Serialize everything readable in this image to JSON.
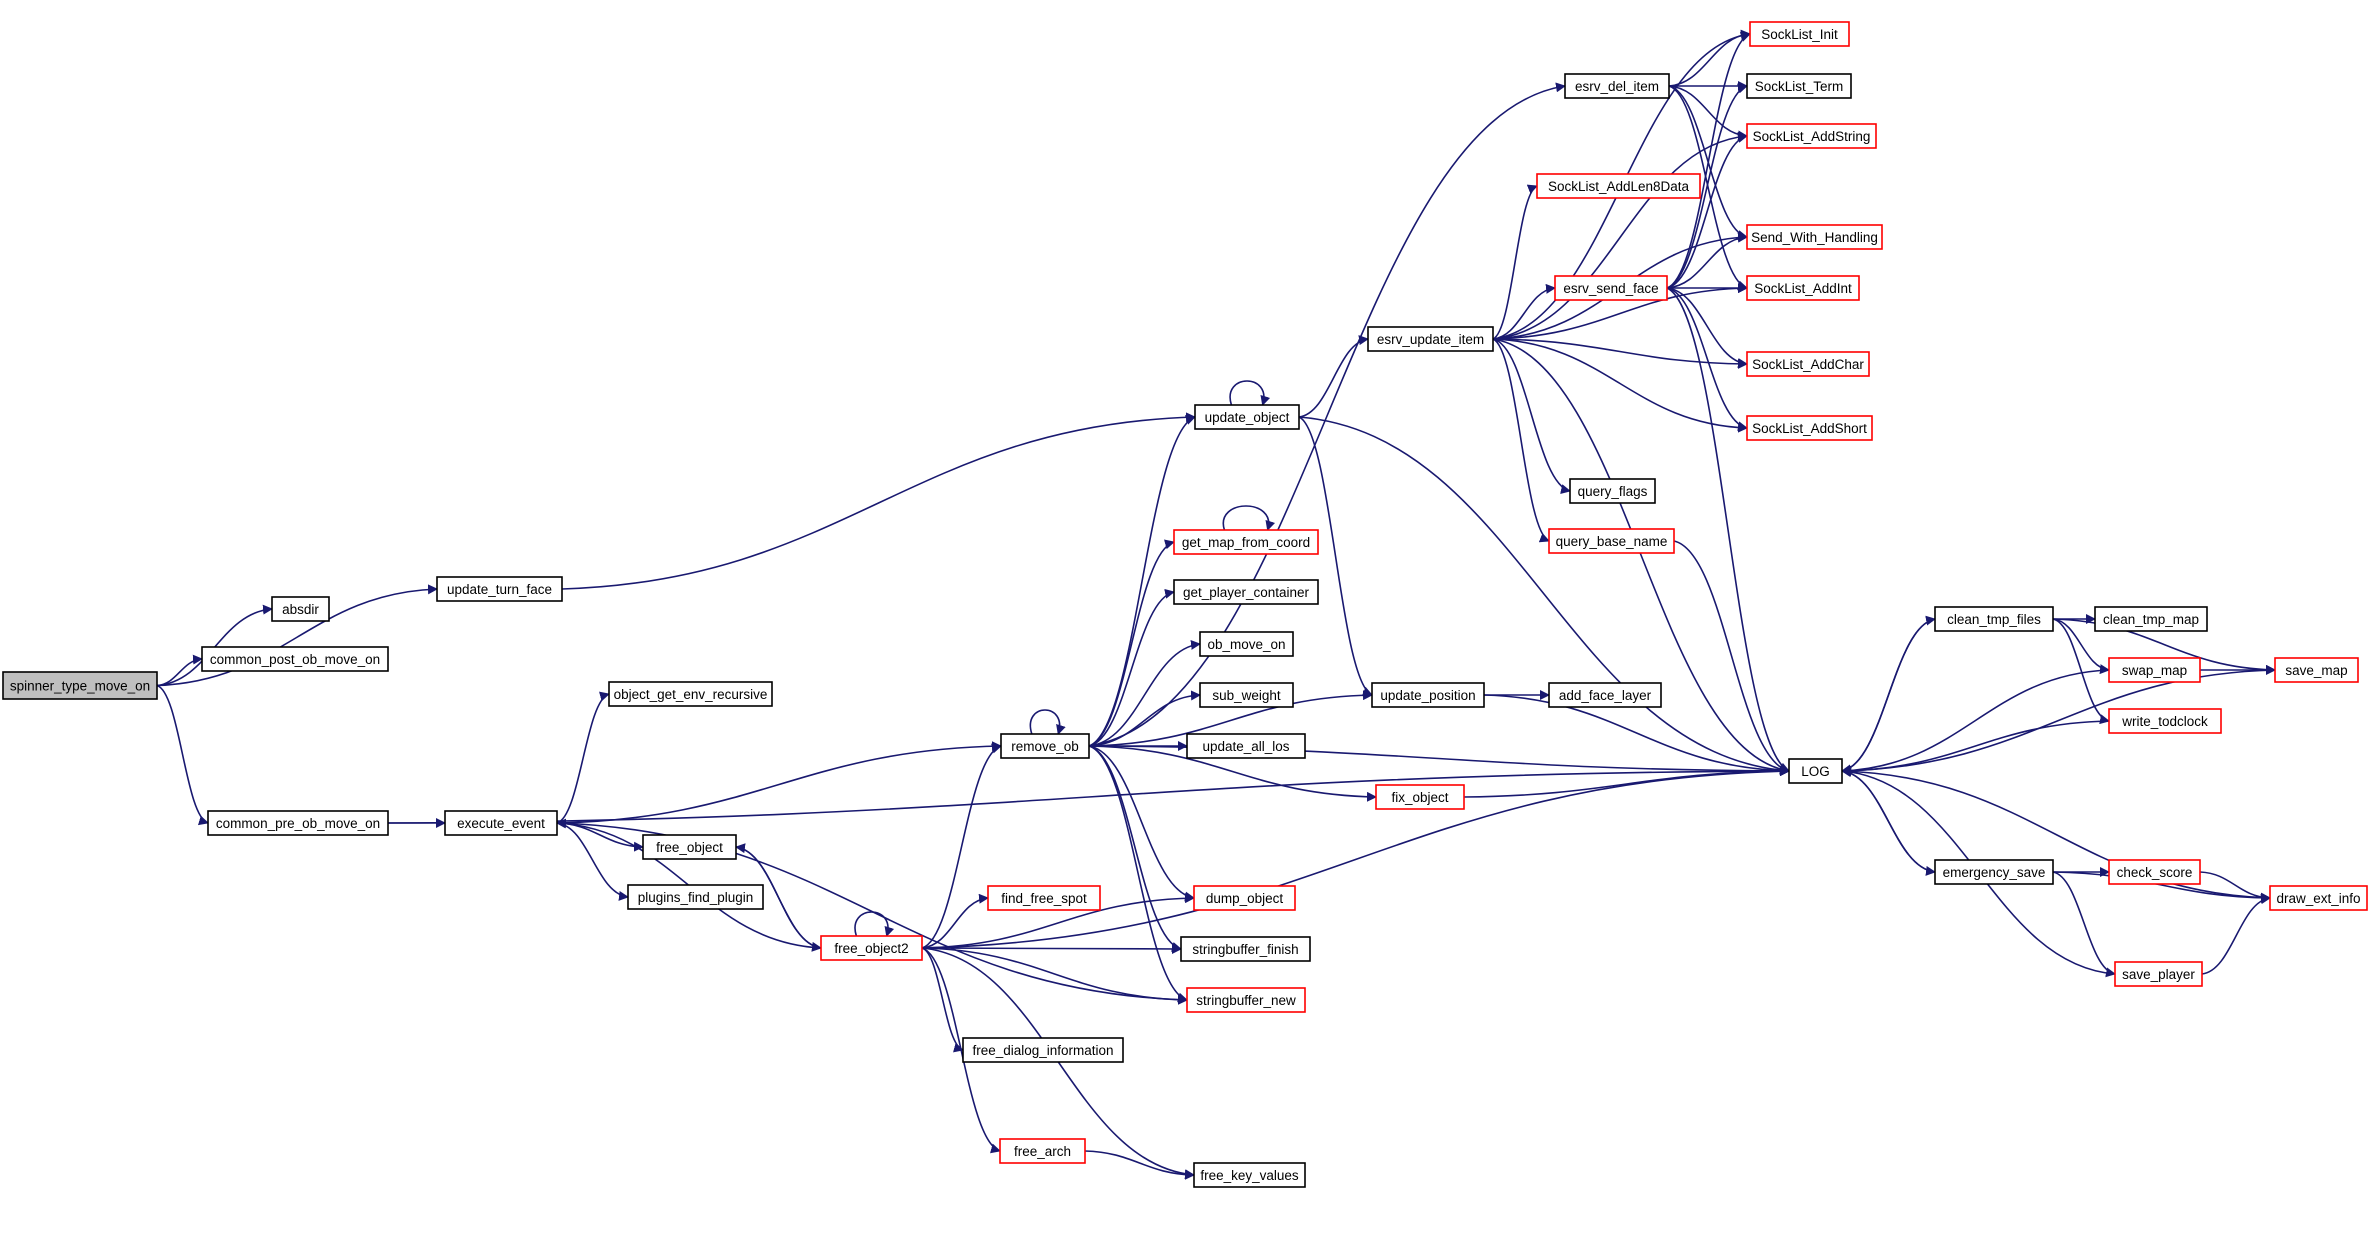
{
  "diagram": {
    "type": "call-graph",
    "colors": {
      "edge": "#191970",
      "node_border": "#000000",
      "truncated_border": "#ff0000",
      "root_fill": "#bfbfbf",
      "node_fill": "#ffffff"
    },
    "nodes": [
      {
        "id": "spinner_type_move_on",
        "label": "spinner_type_move_on",
        "style": "root"
      },
      {
        "id": "absdir",
        "label": "absdir",
        "style": "normal"
      },
      {
        "id": "common_post_ob_move_on",
        "label": "common_post_ob_move_on",
        "style": "normal"
      },
      {
        "id": "update_turn_face",
        "label": "update_turn_face",
        "style": "normal"
      },
      {
        "id": "common_pre_ob_move_on",
        "label": "common_pre_ob_move_on",
        "style": "normal"
      },
      {
        "id": "object_get_env_recursive",
        "label": "object_get_env_recursive",
        "style": "normal"
      },
      {
        "id": "execute_event",
        "label": "execute_event",
        "style": "normal"
      },
      {
        "id": "free_object",
        "label": "free_object",
        "style": "normal"
      },
      {
        "id": "plugins_find_plugin",
        "label": "plugins_find_plugin",
        "style": "normal"
      },
      {
        "id": "free_object2",
        "label": "free_object2",
        "style": "truncated"
      },
      {
        "id": "remove_ob",
        "label": "remove_ob",
        "style": "normal"
      },
      {
        "id": "update_object",
        "label": "update_object",
        "style": "normal"
      },
      {
        "id": "get_map_from_coord",
        "label": "get_map_from_coord",
        "style": "truncated"
      },
      {
        "id": "get_player_container",
        "label": "get_player_container",
        "style": "normal"
      },
      {
        "id": "ob_move_on",
        "label": "ob_move_on",
        "style": "normal"
      },
      {
        "id": "sub_weight",
        "label": "sub_weight",
        "style": "normal"
      },
      {
        "id": "update_all_los",
        "label": "update_all_los",
        "style": "normal"
      },
      {
        "id": "find_free_spot",
        "label": "find_free_spot",
        "style": "truncated"
      },
      {
        "id": "dump_object",
        "label": "dump_object",
        "style": "truncated"
      },
      {
        "id": "stringbuffer_finish",
        "label": "stringbuffer_finish",
        "style": "normal"
      },
      {
        "id": "stringbuffer_new",
        "label": "stringbuffer_new",
        "style": "truncated"
      },
      {
        "id": "free_dialog_information",
        "label": "free_dialog_information",
        "style": "normal"
      },
      {
        "id": "free_arch",
        "label": "free_arch",
        "style": "truncated"
      },
      {
        "id": "free_key_values",
        "label": "free_key_values",
        "style": "normal"
      },
      {
        "id": "esrv_update_item",
        "label": "esrv_update_item",
        "style": "normal"
      },
      {
        "id": "update_position",
        "label": "update_position",
        "style": "normal"
      },
      {
        "id": "add_face_layer",
        "label": "add_face_layer",
        "style": "normal"
      },
      {
        "id": "fix_object",
        "label": "fix_object",
        "style": "truncated"
      },
      {
        "id": "esrv_del_item",
        "label": "esrv_del_item",
        "style": "normal"
      },
      {
        "id": "SockList_AddLen8Data",
        "label": "SockList_AddLen8Data",
        "style": "truncated"
      },
      {
        "id": "esrv_send_face",
        "label": "esrv_send_face",
        "style": "truncated"
      },
      {
        "id": "query_flags",
        "label": "query_flags",
        "style": "normal"
      },
      {
        "id": "query_base_name",
        "label": "query_base_name",
        "style": "truncated"
      },
      {
        "id": "SockList_Init",
        "label": "SockList_Init",
        "style": "truncated"
      },
      {
        "id": "SockList_Term",
        "label": "SockList_Term",
        "style": "normal"
      },
      {
        "id": "SockList_AddString",
        "label": "SockList_AddString",
        "style": "truncated"
      },
      {
        "id": "Send_With_Handling",
        "label": "Send_With_Handling",
        "style": "truncated"
      },
      {
        "id": "SockList_AddInt",
        "label": "SockList_AddInt",
        "style": "truncated"
      },
      {
        "id": "SockList_AddChar",
        "label": "SockList_AddChar",
        "style": "truncated"
      },
      {
        "id": "SockList_AddShort",
        "label": "SockList_AddShort",
        "style": "truncated"
      },
      {
        "id": "LOG",
        "label": "LOG",
        "style": "normal"
      },
      {
        "id": "clean_tmp_files",
        "label": "clean_tmp_files",
        "style": "normal"
      },
      {
        "id": "clean_tmp_map",
        "label": "clean_tmp_map",
        "style": "normal"
      },
      {
        "id": "swap_map",
        "label": "swap_map",
        "style": "truncated"
      },
      {
        "id": "save_map",
        "label": "save_map",
        "style": "truncated"
      },
      {
        "id": "write_todclock",
        "label": "write_todclock",
        "style": "truncated"
      },
      {
        "id": "emergency_save",
        "label": "emergency_save",
        "style": "normal"
      },
      {
        "id": "check_score",
        "label": "check_score",
        "style": "truncated"
      },
      {
        "id": "draw_ext_info",
        "label": "draw_ext_info",
        "style": "truncated"
      },
      {
        "id": "save_player",
        "label": "save_player",
        "style": "truncated"
      }
    ],
    "edges": [
      {
        "from": "spinner_type_move_on",
        "to": "absdir"
      },
      {
        "from": "spinner_type_move_on",
        "to": "common_post_ob_move_on"
      },
      {
        "from": "spinner_type_move_on",
        "to": "update_turn_face"
      },
      {
        "from": "spinner_type_move_on",
        "to": "common_pre_ob_move_on"
      },
      {
        "from": "update_turn_face",
        "to": "update_object"
      },
      {
        "from": "common_pre_ob_move_on",
        "to": "execute_event"
      },
      {
        "from": "common_pre_ob_move_on",
        "to": "LOG"
      },
      {
        "from": "execute_event",
        "to": "object_get_env_recursive"
      },
      {
        "from": "execute_event",
        "to": "remove_ob"
      },
      {
        "from": "execute_event",
        "to": "free_object"
      },
      {
        "from": "execute_event",
        "to": "plugins_find_plugin"
      },
      {
        "from": "execute_event",
        "to": "stringbuffer_new"
      },
      {
        "from": "free_object",
        "to": "free_object2"
      },
      {
        "from": "free_object2",
        "to": "free_object"
      },
      {
        "from": "free_object2",
        "to": "execute_event"
      },
      {
        "from": "free_object2",
        "to": "free_object2"
      },
      {
        "from": "free_object2",
        "to": "remove_ob"
      },
      {
        "from": "free_object2",
        "to": "find_free_spot"
      },
      {
        "from": "free_object2",
        "to": "dump_object"
      },
      {
        "from": "free_object2",
        "to": "stringbuffer_finish"
      },
      {
        "from": "free_object2",
        "to": "stringbuffer_new"
      },
      {
        "from": "free_object2",
        "to": "free_dialog_information"
      },
      {
        "from": "free_object2",
        "to": "free_arch"
      },
      {
        "from": "free_object2",
        "to": "free_key_values"
      },
      {
        "from": "free_object2",
        "to": "LOG"
      },
      {
        "from": "free_arch",
        "to": "free_key_values"
      },
      {
        "from": "remove_ob",
        "to": "remove_ob"
      },
      {
        "from": "remove_ob",
        "to": "update_object"
      },
      {
        "from": "remove_ob",
        "to": "get_map_from_coord"
      },
      {
        "from": "remove_ob",
        "to": "get_player_container"
      },
      {
        "from": "remove_ob",
        "to": "ob_move_on"
      },
      {
        "from": "remove_ob",
        "to": "sub_weight"
      },
      {
        "from": "remove_ob",
        "to": "update_all_los"
      },
      {
        "from": "remove_ob",
        "to": "fix_object"
      },
      {
        "from": "remove_ob",
        "to": "dump_object"
      },
      {
        "from": "remove_ob",
        "to": "stringbuffer_finish"
      },
      {
        "from": "remove_ob",
        "to": "stringbuffer_new"
      },
      {
        "from": "remove_ob",
        "to": "esrv_del_item"
      },
      {
        "from": "remove_ob",
        "to": "update_position"
      },
      {
        "from": "remove_ob",
        "to": "LOG"
      },
      {
        "from": "get_map_from_coord",
        "to": "get_map_from_coord"
      },
      {
        "from": "update_object",
        "to": "update_object"
      },
      {
        "from": "update_object",
        "to": "esrv_update_item"
      },
      {
        "from": "update_object",
        "to": "update_position"
      },
      {
        "from": "update_object",
        "to": "LOG"
      },
      {
        "from": "update_position",
        "to": "add_face_layer"
      },
      {
        "from": "update_position",
        "to": "LOG"
      },
      {
        "from": "fix_object",
        "to": "LOG"
      },
      {
        "from": "esrv_update_item",
        "to": "SockList_Init"
      },
      {
        "from": "esrv_update_item",
        "to": "SockList_AddString"
      },
      {
        "from": "esrv_update_item",
        "to": "SockList_AddLen8Data"
      },
      {
        "from": "esrv_update_item",
        "to": "Send_With_Handling"
      },
      {
        "from": "esrv_update_item",
        "to": "esrv_send_face"
      },
      {
        "from": "esrv_update_item",
        "to": "SockList_AddInt"
      },
      {
        "from": "esrv_update_item",
        "to": "SockList_AddChar"
      },
      {
        "from": "esrv_update_item",
        "to": "SockList_AddShort"
      },
      {
        "from": "esrv_update_item",
        "to": "query_flags"
      },
      {
        "from": "esrv_update_item",
        "to": "query_base_name"
      },
      {
        "from": "esrv_update_item",
        "to": "LOG"
      },
      {
        "from": "esrv_del_item",
        "to": "SockList_Init"
      },
      {
        "from": "esrv_del_item",
        "to": "SockList_Term"
      },
      {
        "from": "esrv_del_item",
        "to": "SockList_AddString"
      },
      {
        "from": "esrv_del_item",
        "to": "Send_With_Handling"
      },
      {
        "from": "esrv_del_item",
        "to": "SockList_AddInt"
      },
      {
        "from": "esrv_send_face",
        "to": "SockList_Init"
      },
      {
        "from": "esrv_send_face",
        "to": "SockList_Term"
      },
      {
        "from": "esrv_send_face",
        "to": "SockList_AddString"
      },
      {
        "from": "esrv_send_face",
        "to": "Send_With_Handling"
      },
      {
        "from": "esrv_send_face",
        "to": "SockList_AddInt"
      },
      {
        "from": "esrv_send_face",
        "to": "SockList_AddChar"
      },
      {
        "from": "esrv_send_face",
        "to": "SockList_AddShort"
      },
      {
        "from": "esrv_send_face",
        "to": "LOG"
      },
      {
        "from": "query_base_name",
        "to": "LOG"
      },
      {
        "from": "LOG",
        "to": "clean_tmp_files"
      },
      {
        "from": "LOG",
        "to": "emergency_save"
      },
      {
        "from": "clean_tmp_files",
        "to": "LOG"
      },
      {
        "from": "clean_tmp_files",
        "to": "clean_tmp_map"
      },
      {
        "from": "clean_tmp_files",
        "to": "swap_map"
      },
      {
        "from": "clean_tmp_files",
        "to": "write_todclock"
      },
      {
        "from": "clean_tmp_files",
        "to": "save_map"
      },
      {
        "from": "swap_map",
        "to": "save_map"
      },
      {
        "from": "swap_map",
        "to": "LOG"
      },
      {
        "from": "save_map",
        "to": "LOG"
      },
      {
        "from": "write_todclock",
        "to": "LOG"
      },
      {
        "from": "emergency_save",
        "to": "LOG"
      },
      {
        "from": "emergency_save",
        "to": "check_score"
      },
      {
        "from": "emergency_save",
        "to": "draw_ext_info"
      },
      {
        "from": "emergency_save",
        "to": "save_player"
      },
      {
        "from": "check_score",
        "to": "draw_ext_info"
      },
      {
        "from": "draw_ext_info",
        "to": "LOG"
      },
      {
        "from": "save_player",
        "to": "draw_ext_info"
      },
      {
        "from": "save_player",
        "to": "LOG"
      }
    ]
  }
}
